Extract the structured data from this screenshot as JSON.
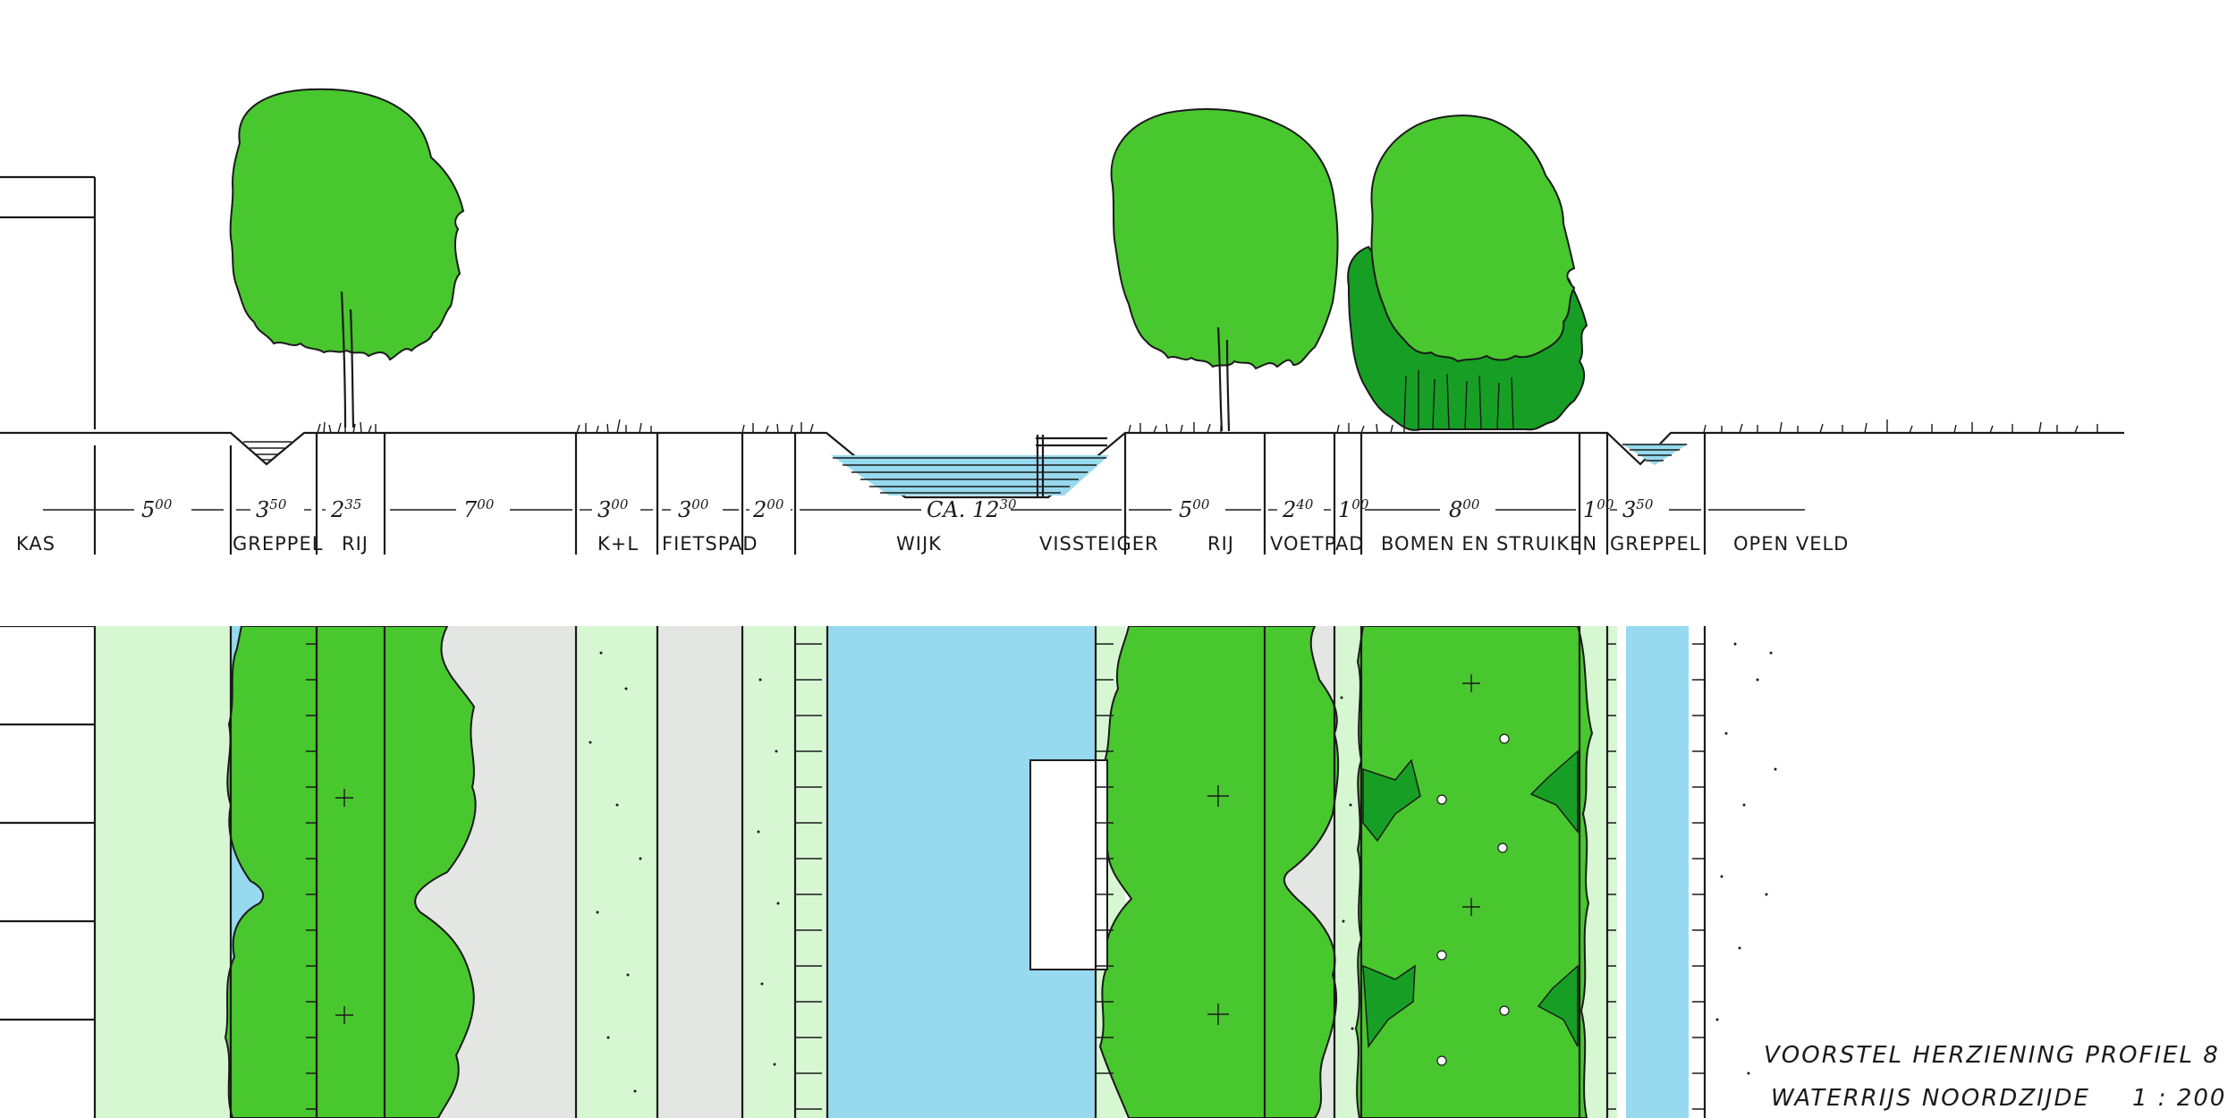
{
  "colors": {
    "tree_green": "#49c72e",
    "dark_green": "#169f24",
    "pale_green": "#d7f7d3",
    "grey": "#e3e6e3",
    "water": "#97d9ee",
    "white": "#ffffff",
    "ink": "#1a1a1a"
  },
  "labels": {
    "kas": "KAS",
    "greppel_1": "GREPPEL",
    "rij_1": "RIJ",
    "kl": "K+L",
    "fietspad": "FIETSPAD",
    "wijk": "WIJK",
    "vissteiger": "VISSTEIGER",
    "rij_2": "RIJ",
    "voetpad": "VOETPAD",
    "bomen": "BOMEN EN STRUIKEN",
    "greppel_2": "GREPPEL",
    "open_veld": "OPEN VELD"
  },
  "dimensions": [
    {
      "id": "d1",
      "main": "5",
      "sup": "00"
    },
    {
      "id": "d2",
      "main": "3",
      "sup": "50"
    },
    {
      "id": "d3",
      "main": "2",
      "sup": "35"
    },
    {
      "id": "d4",
      "main": "7",
      "sup": "00"
    },
    {
      "id": "d5",
      "main": "3",
      "sup": "00"
    },
    {
      "id": "d6",
      "main": "3",
      "sup": "00"
    },
    {
      "id": "d7",
      "main": "2",
      "sup": "00"
    },
    {
      "id": "d8",
      "main": "CA. 12",
      "sup": "30"
    },
    {
      "id": "d9",
      "main": "5",
      "sup": "00"
    },
    {
      "id": "d10",
      "main": "2",
      "sup": "40"
    },
    {
      "id": "d11",
      "main": "1",
      "sup": "00"
    },
    {
      "id": "d12",
      "main": "8",
      "sup": "00"
    },
    {
      "id": "d13",
      "main": "1",
      "sup": "00"
    },
    {
      "id": "d14",
      "main": "3",
      "sup": "50"
    }
  ],
  "title": {
    "line1": "VOORSTEL HERZIENING PROFIEL 8",
    "line2": "WATERRIJS NOORDZIJDE",
    "scale": "1 : 200"
  }
}
